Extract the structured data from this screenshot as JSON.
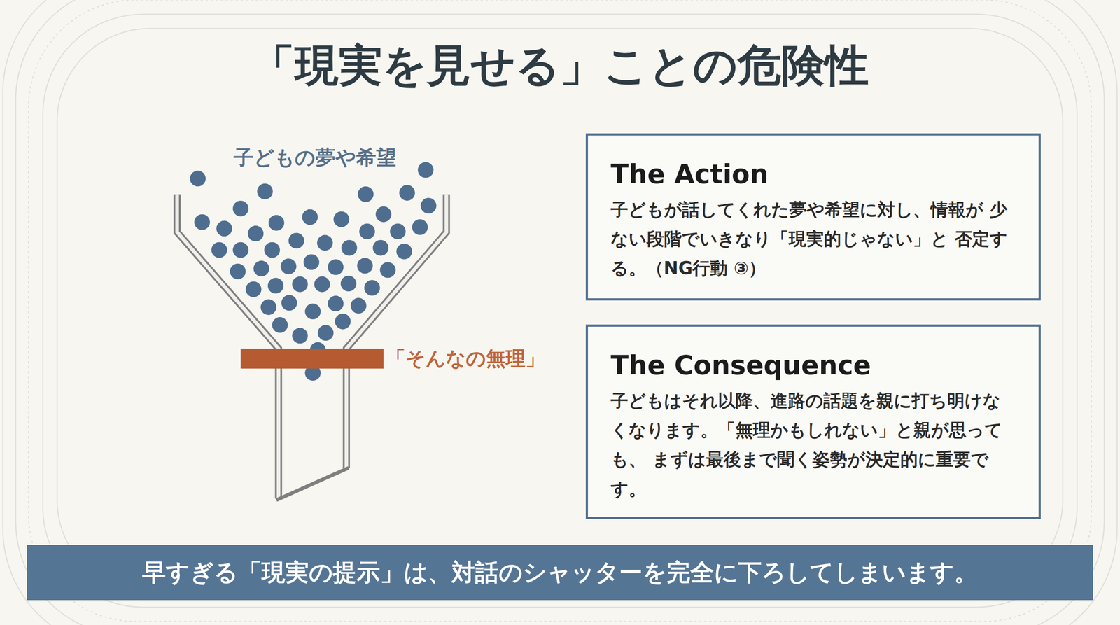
{
  "diagram": {
    "title": "「現実を見せる」ことの危険性",
    "nodes": [
      {
        "text": [
          "The Action",
          "子どもが話してくれた夢や希望に対し、情報が 少ない段階でいきなり「現実的じゃない」と 否定する。（NG行動 ③）"
        ]
      },
      {
        "text": [
          "The Consequence",
          "子どもはそれ以降、進路の話題を親に打ち明けな くなります。「無理かもしれない」と親が思っても、 まずは最後まで聞く姿勢が決定的に重要です。"
        ]
      },
      {
        "text": [
          "早すぎる「現実の提示」は、対話のシャッターを完全に下ろしてしまいます。"
        ]
      }
    ],
    "labels": [
      "子どもの夢や希望",
      "「そんなの無理」"
    ]
  }
}
